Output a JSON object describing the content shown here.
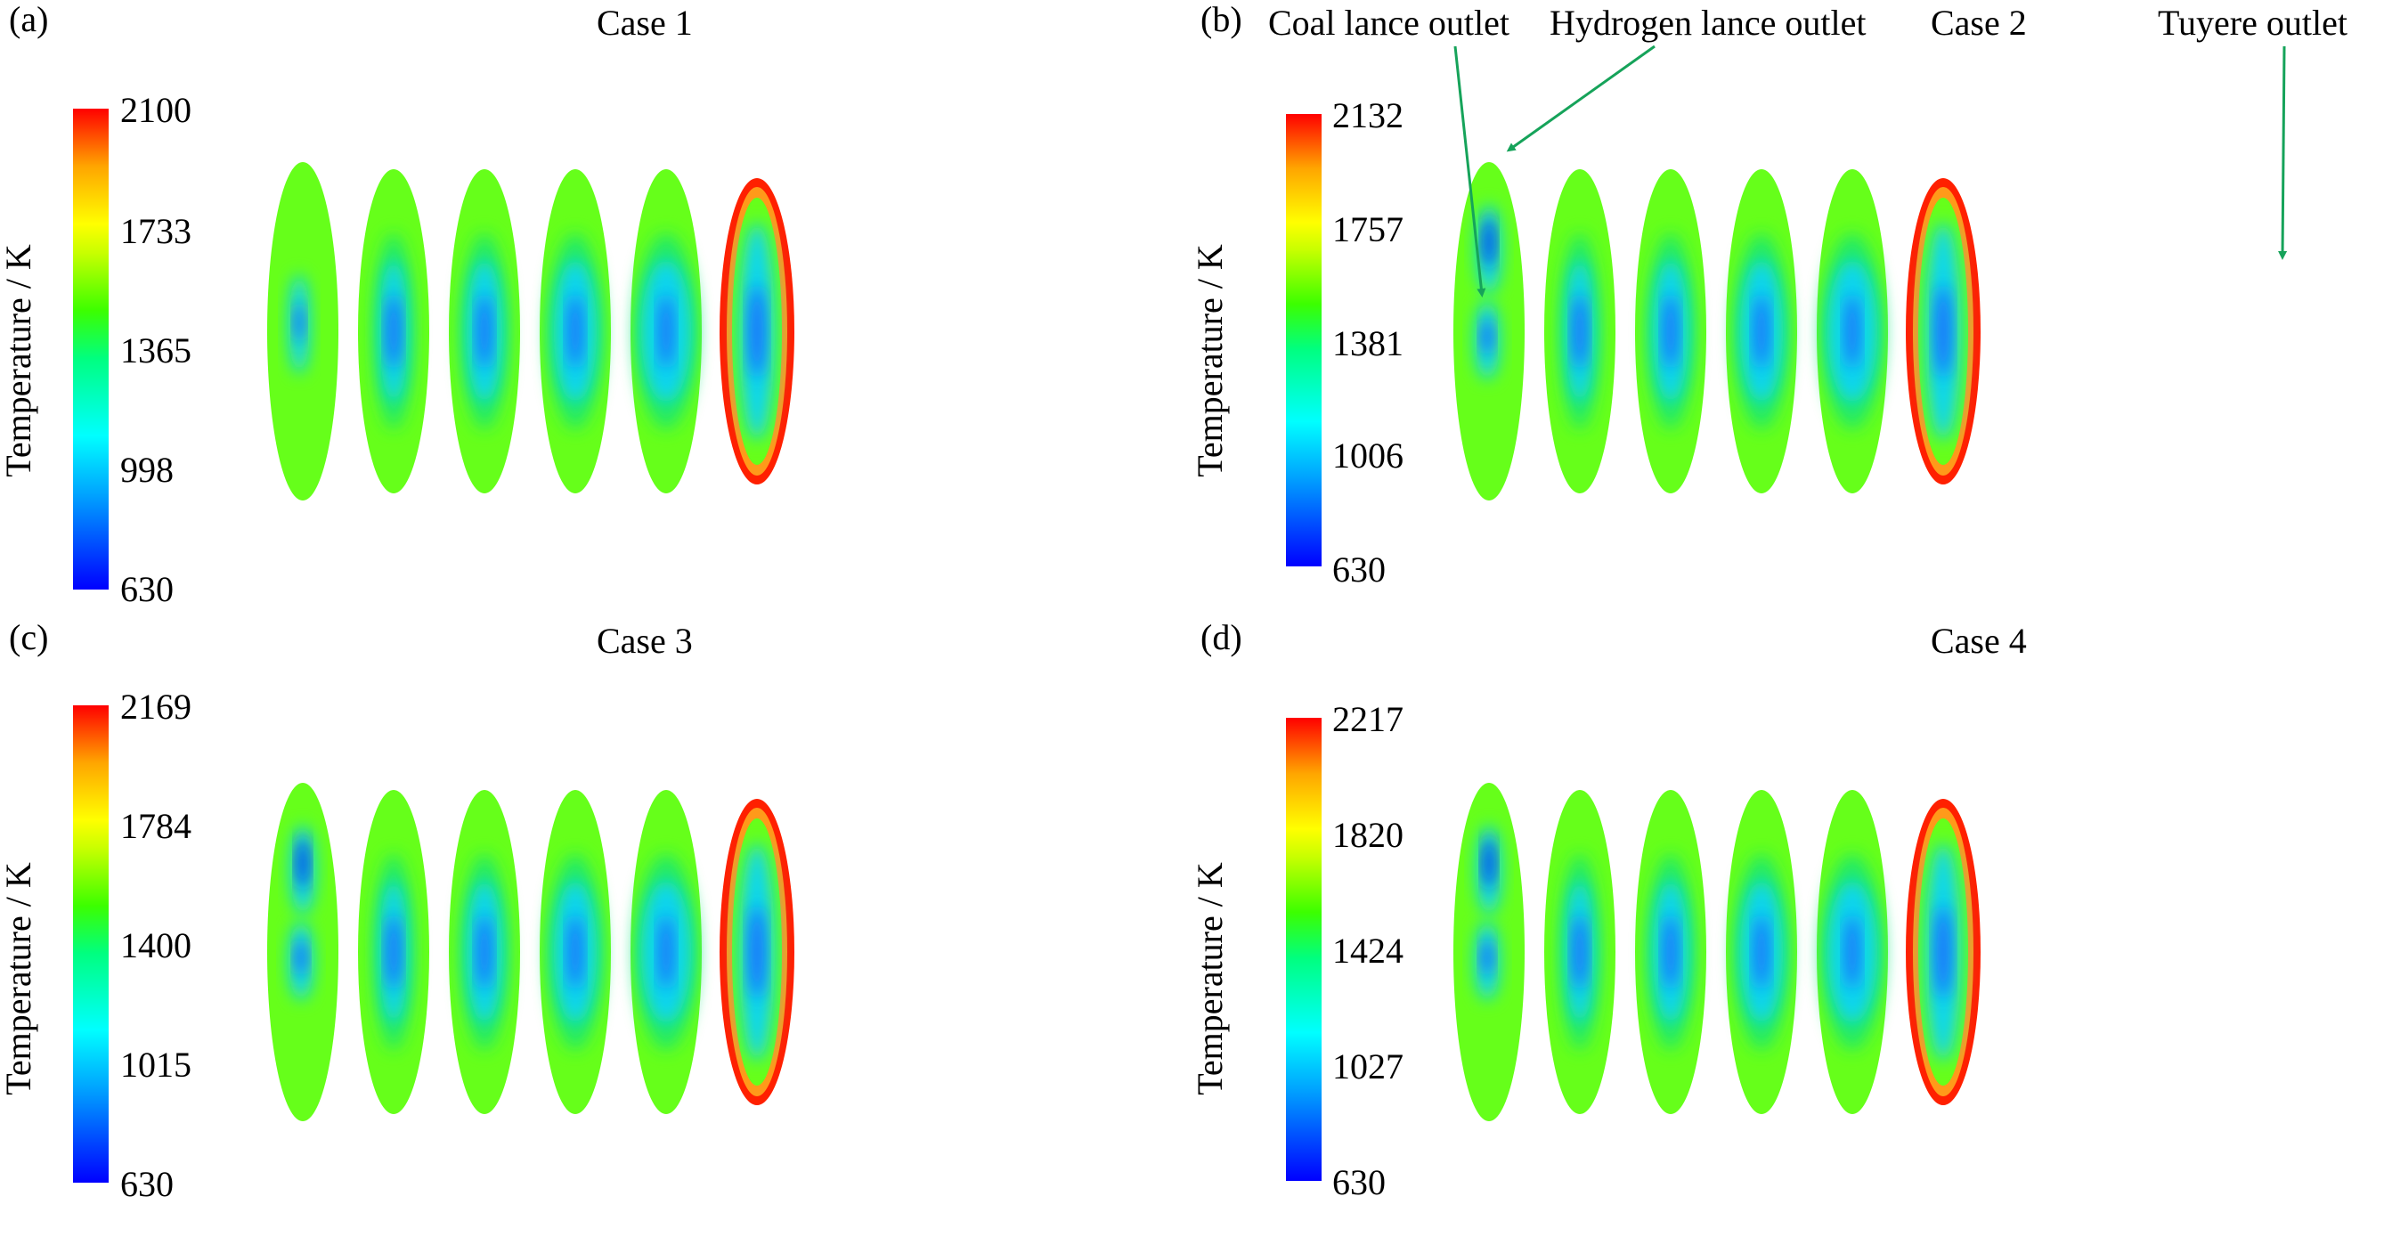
{
  "colors": {
    "outer_green": "#66ff1a",
    "mid_green": "#22ea66",
    "cyan": "#11d6ee",
    "blue": "#1a5cff",
    "deep_blue": "#0a24e8",
    "orange": "#ff9a1a",
    "red": "#ff2000",
    "arrow": "#16a35a"
  },
  "colorbar_label": "Temperature / K",
  "panels": [
    {
      "letter": "(a)",
      "title": "Case 1",
      "ticks": [
        "2100",
        "1733",
        "1365",
        "998",
        "630"
      ],
      "max": 2100,
      "min": 630,
      "cold_core": "single"
    },
    {
      "letter": "(b)",
      "title": "Case 2",
      "ticks": [
        "2132",
        "1757",
        "1381",
        "1006",
        "630"
      ],
      "max": 2132,
      "min": 630,
      "cold_core": "double"
    },
    {
      "letter": "(c)",
      "title": "Case 3",
      "ticks": [
        "2169",
        "1784",
        "1400",
        "1015",
        "630"
      ],
      "max": 2169,
      "min": 630,
      "cold_core": "double"
    },
    {
      "letter": "(d)",
      "title": "Case 4",
      "ticks": [
        "2217",
        "1820",
        "1424",
        "1027",
        "630"
      ],
      "max": 2217,
      "min": 630,
      "cold_core": "double"
    }
  ],
  "annotations": {
    "coal_lance": "Coal lance outlet",
    "hydrogen_lance": "Hydrogen lance outlet",
    "tuyere": "Tuyere outlet"
  }
}
